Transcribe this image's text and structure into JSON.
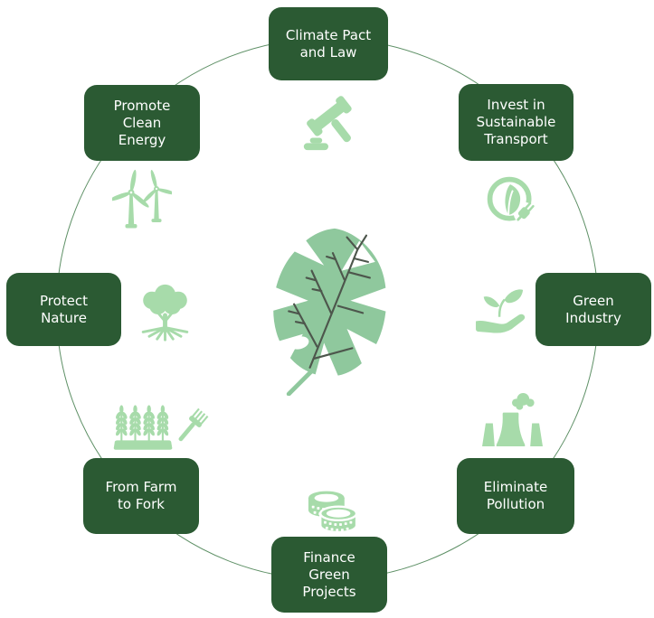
{
  "diagram": {
    "type": "circular-cycle-infographic",
    "center_icon": "monstera-leaf-icon",
    "colors": {
      "box_bg": "#2b5a33",
      "box_text": "#ffffff",
      "icon_green": "#a7dbaa",
      "leaf_green": "#8fc89d",
      "leaf_vein": "#4d564c",
      "circle_stroke": "#5e9066",
      "background": "#ffffff"
    },
    "items": [
      {
        "label": "Climate Pact and Law",
        "icon": "gavel-icon",
        "position": "top"
      },
      {
        "label": "Invest in Sustainable Transport",
        "icon": "eco-plug-icon",
        "position": "top-right"
      },
      {
        "label": "Green Industry",
        "icon": "hand-sprout-icon",
        "position": "right"
      },
      {
        "label": "Eliminate Pollution",
        "icon": "power-plant-icon",
        "position": "bottom-right"
      },
      {
        "label": "Finance Green Projects",
        "icon": "coins-icon",
        "position": "bottom"
      },
      {
        "label": "From Farm to Fork",
        "icon": "wheat-fork-icon",
        "position": "bottom-left"
      },
      {
        "label": "Protect Nature",
        "icon": "tree-roots-icon",
        "position": "left"
      },
      {
        "label": "Promote Clean Energy",
        "icon": "wind-turbines-icon",
        "position": "top-left"
      }
    ]
  }
}
